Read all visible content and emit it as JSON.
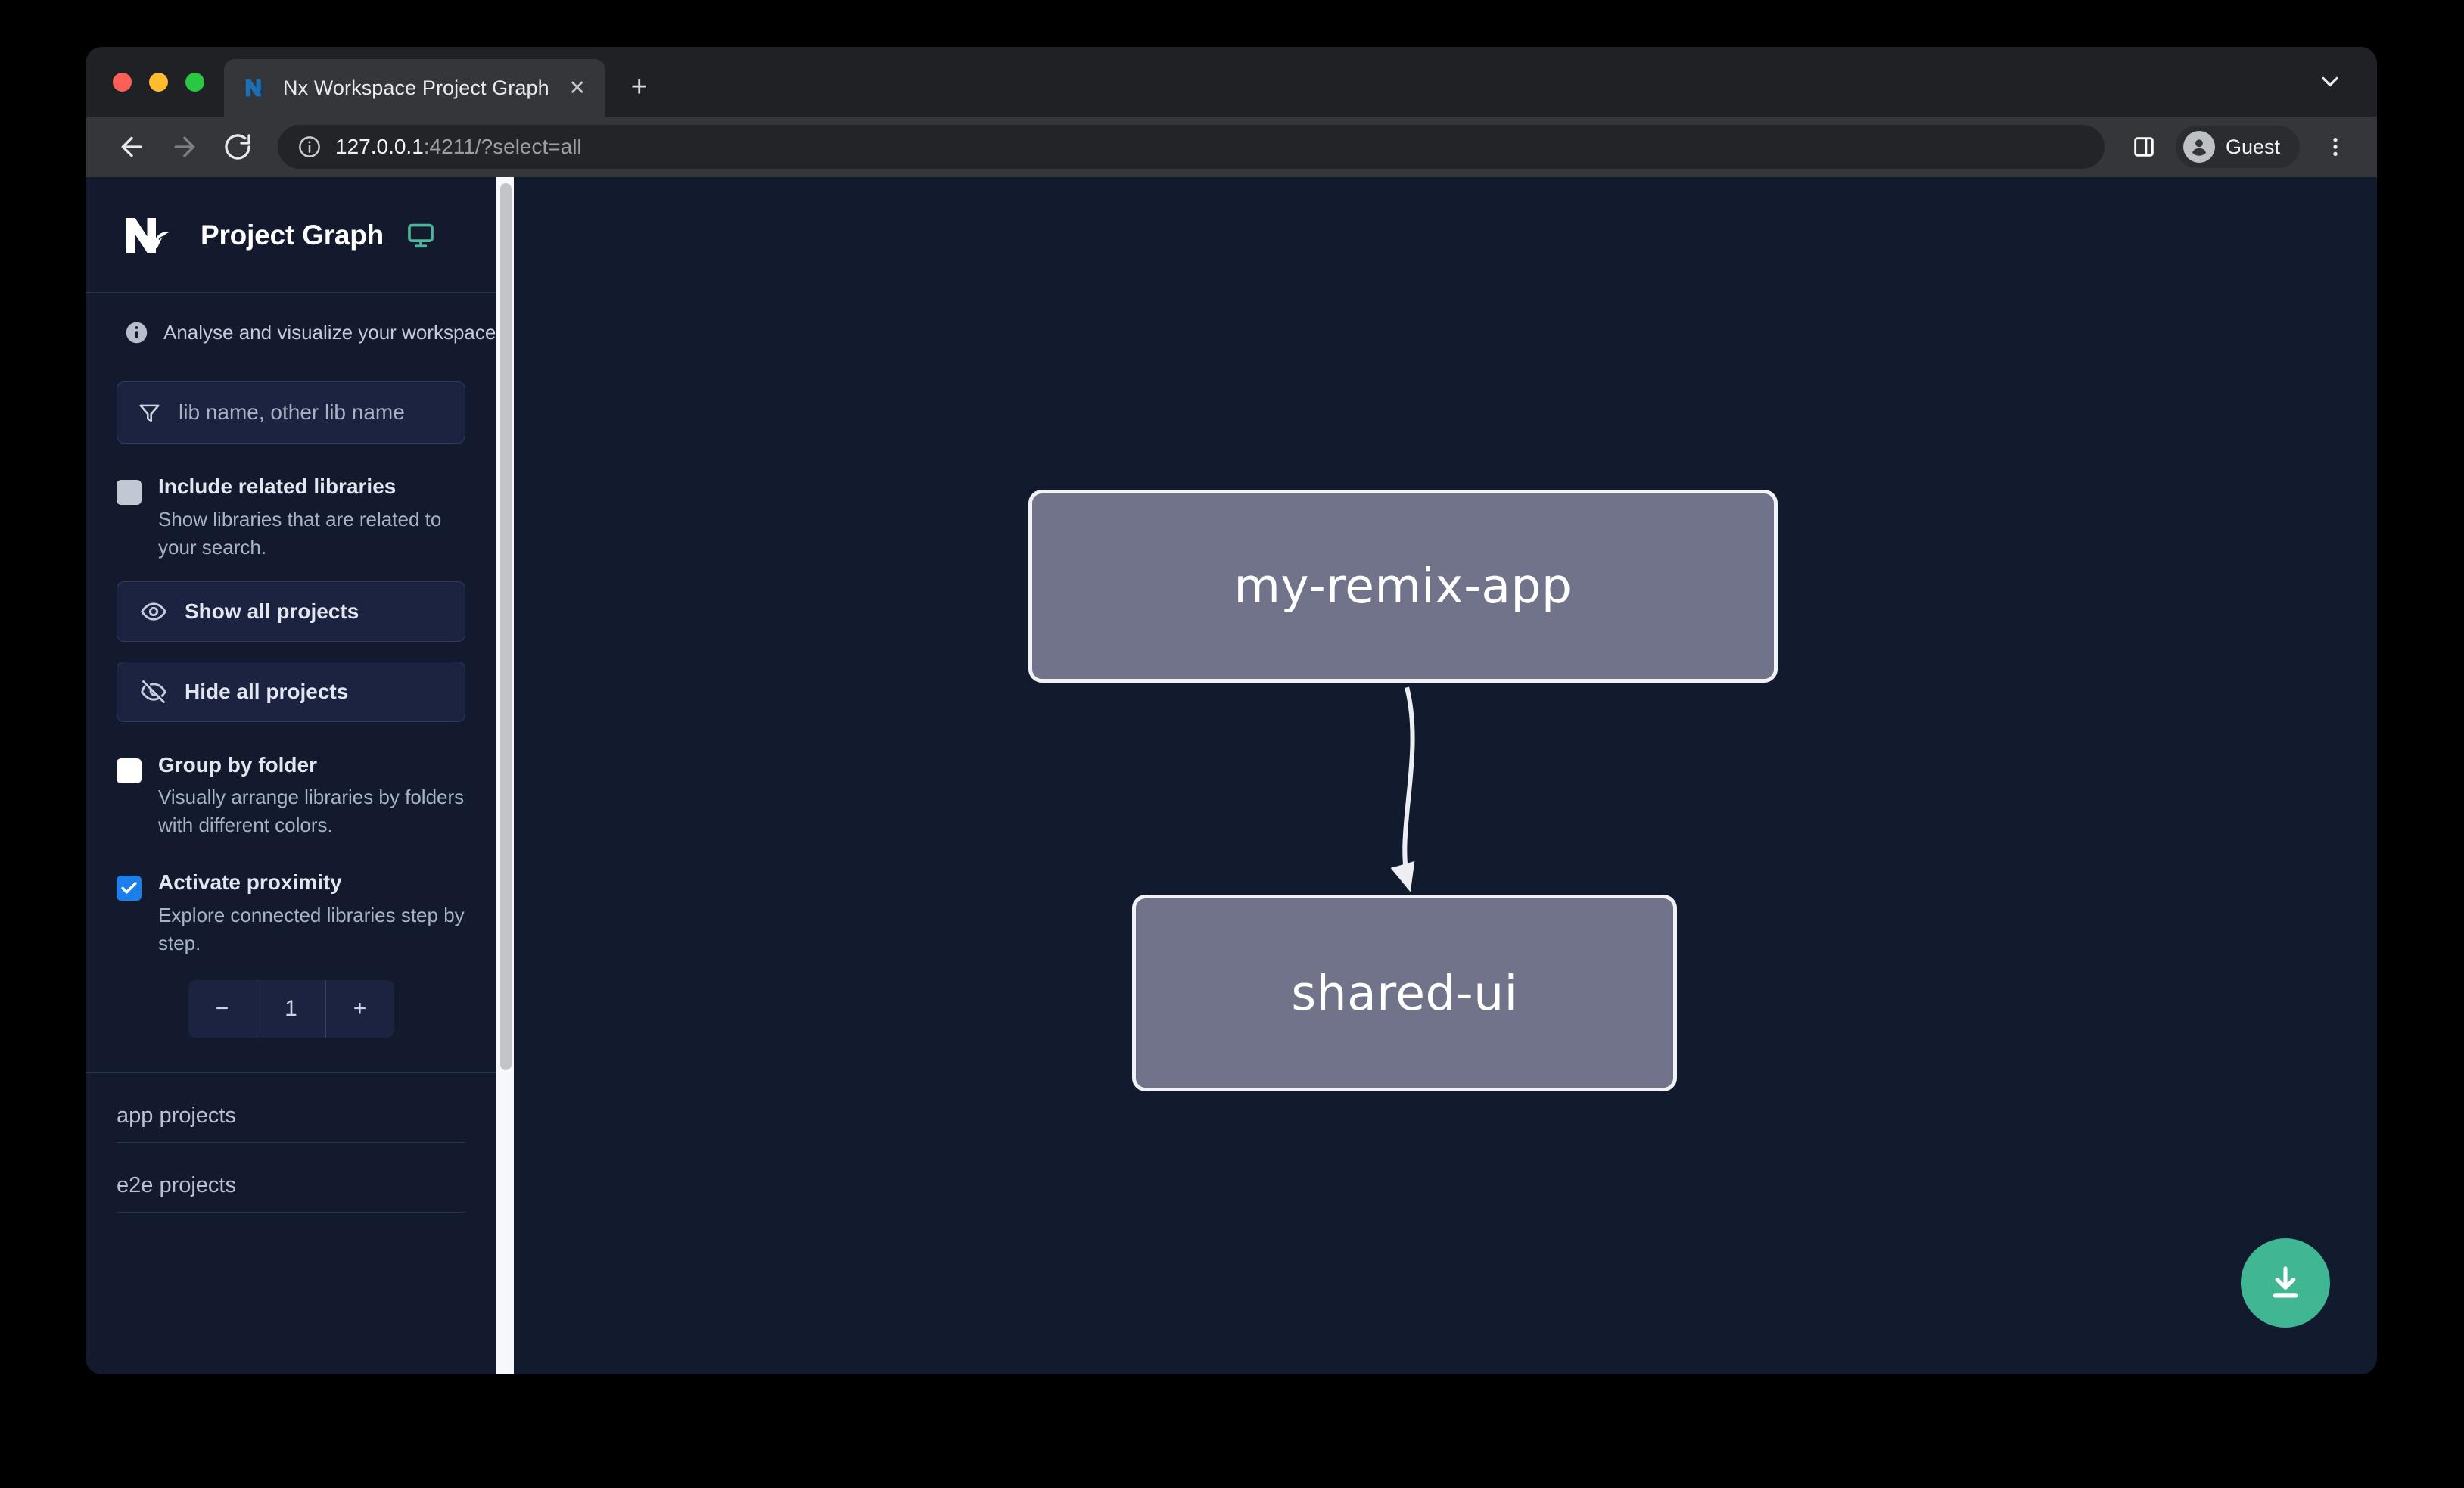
{
  "browser": {
    "tab": {
      "title": "Nx Workspace Project Graph",
      "close_label": "✕",
      "favicon": "nx-favicon"
    },
    "new_tab_label": "+",
    "url_host": "127.0.0.1",
    "url_rest": ":4211/?select=all",
    "profile_name": "Guest"
  },
  "sidebar": {
    "app_title": "Project Graph",
    "tagline": "Analyse and visualize your workspace.",
    "filter": {
      "placeholder": "lib name, other lib name",
      "value": ""
    },
    "options": [
      {
        "label": "Include related libraries",
        "desc": "Show libraries that are related to your search.",
        "checked": false
      },
      {
        "label": "Group by folder",
        "desc": "Visually arrange libraries by folders with different colors.",
        "checked": false
      },
      {
        "label": "Activate proximity",
        "desc": "Explore connected libraries step by step.",
        "checked": true
      }
    ],
    "buttons": {
      "show_all": "Show all projects",
      "hide_all": "Hide all projects"
    },
    "stepper": {
      "minus": "−",
      "value": "1",
      "plus": "+"
    },
    "sections": [
      {
        "label": "app projects"
      },
      {
        "label": "e2e projects"
      }
    ]
  },
  "graph": {
    "nodes": [
      {
        "id": "my-remix-app",
        "label": "my-remix-app"
      },
      {
        "id": "shared-ui",
        "label": "shared-ui"
      }
    ],
    "edges": [
      {
        "from": "my-remix-app",
        "to": "shared-ui"
      }
    ],
    "download_button": "download-image-button"
  },
  "colors": {
    "accent_green": "#41b693",
    "checkbox_blue": "#1d7fec",
    "node_fill": "#70738a",
    "node_border": "#f1f2f6",
    "sidebar_bg": "#131a2e",
    "canvas_bg": "#121a2e"
  }
}
